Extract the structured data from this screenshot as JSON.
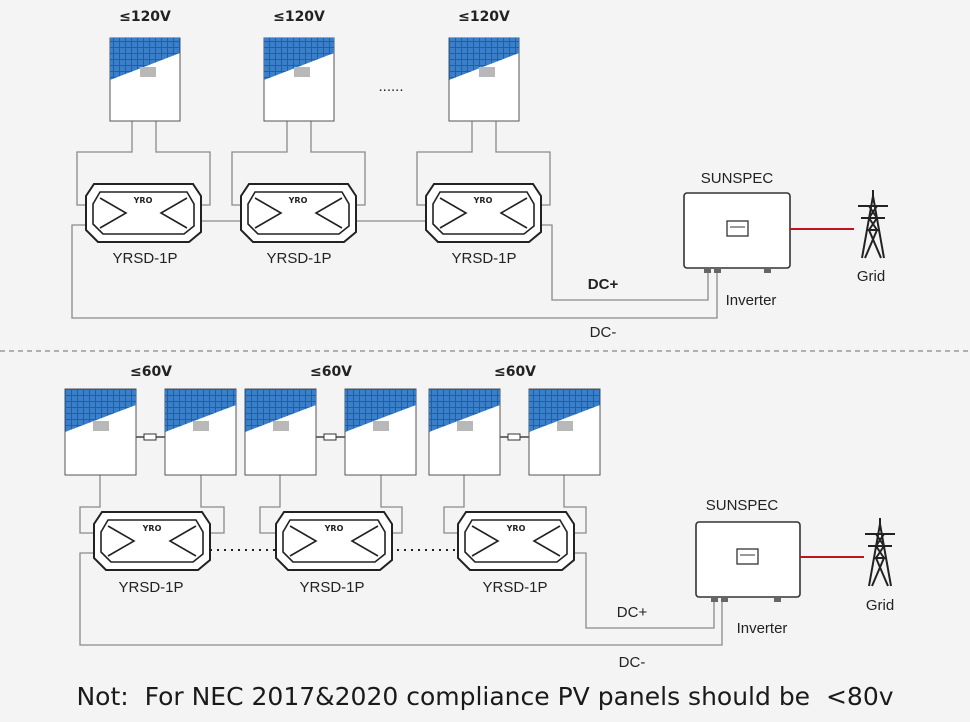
{
  "colors": {
    "background": "#f4f4f4",
    "wire": "#8a8a8a",
    "grid_line": "#c0141c",
    "panel_blue": "#1f5fa6"
  },
  "icons": [
    "solar-panel-icon",
    "optimizer-device-icon",
    "inverter-icon",
    "transmission-tower-icon"
  ],
  "top": {
    "voltages": [
      "≤120V",
      "≤120V",
      "≤120V"
    ],
    "ellipsis": "......",
    "devices": [
      "YRSD-1P",
      "YRSD-1P",
      "YRSD-1P"
    ],
    "device_logo": "YRO",
    "inverter_title": "SUNSPEC",
    "inverter_label": "Inverter",
    "grid_label": "Grid",
    "dc_plus": "DC+",
    "dc_minus": "DC-"
  },
  "bottom": {
    "voltages": [
      "≤60V",
      "≤60V",
      "≤60V"
    ],
    "devices": [
      "YRSD-1P",
      "YRSD-1P",
      "YRSD-1P"
    ],
    "device_logo": "YRO",
    "inverter_title": "SUNSPEC",
    "inverter_label": "Inverter",
    "grid_label": "Grid",
    "dc_plus": "DC+",
    "dc_minus": "DC-"
  },
  "note": "Not:  For NEC 2017&2020 compliance PV panels should be  <80v"
}
